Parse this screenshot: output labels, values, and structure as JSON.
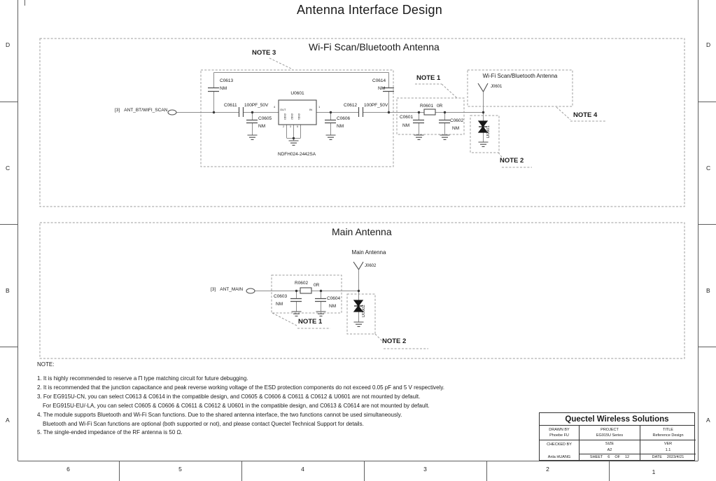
{
  "sheet": {
    "title": "Antenna Interface Design",
    "border_rows": [
      "D",
      "C",
      "B",
      "A"
    ],
    "border_cols": [
      "6",
      "5",
      "4",
      "3",
      "2",
      "1"
    ]
  },
  "wifi": {
    "section_title": "Wi-Fi Scan/Bluetooth Antenna",
    "net_ref": "[3]",
    "net_name": "ANT_BT/WIFI_SCAN",
    "note1": "NOTE 1",
    "note2": "NOTE 2",
    "note3": "NOTE 3",
    "note4": "NOTE 4",
    "c0613": {
      "ref": "C0613",
      "value": "NM"
    },
    "c0611": {
      "ref": "C0611",
      "value": "100PF_50V"
    },
    "c0605": {
      "ref": "C0605",
      "value": "NM"
    },
    "c0606": {
      "ref": "C0606",
      "value": "NM"
    },
    "c0612": {
      "ref": "C0612",
      "value": "100PF_50V"
    },
    "c0614": {
      "ref": "C0614",
      "value": "NM"
    },
    "c0601": {
      "ref": "C0601",
      "value": "NM"
    },
    "c0602": {
      "ref": "C0602",
      "value": "NM"
    },
    "r0601": {
      "ref": "R0601",
      "value": "0R"
    },
    "u0601": {
      "ref": "U0601",
      "part": "NDFH024-2442SA",
      "pin_out": "OUT",
      "pin_in": "IN",
      "pin_out_num": "4",
      "pin_in_num": "1",
      "gnd_pins": [
        "GND3",
        "GND2",
        "GND1"
      ],
      "gnd_nums": [
        "2",
        "3",
        "5"
      ]
    },
    "d0601": {
      "ref": "D0601"
    },
    "j0601": {
      "ref": "J0601",
      "label": "Wi-Fi Scan/Bluetooth Antenna"
    }
  },
  "main": {
    "section_title": "Main Antenna",
    "net_ref": "[3]",
    "net_name": "ANT_MAIN",
    "note1": "NOTE 1",
    "note2": "NOTE 2",
    "antenna_label": "Main Antenna",
    "r0602": {
      "ref": "R0602",
      "value": "0R"
    },
    "c0603": {
      "ref": "C0603",
      "value": "NM"
    },
    "c0604": {
      "ref": "C0604",
      "value": "NM"
    },
    "d0602": {
      "ref": "D0602"
    },
    "j0602": {
      "ref": "J0602"
    }
  },
  "notes": {
    "heading": "NOTE:",
    "items": [
      "1. It is highly recommended to reserve a Π type matching circuit for future debugging.",
      "2. It is recommended that the junction capacitance and peak reverse working voltage of the ESD protection components do not exceed 0.05 pF and 5 V respectively.",
      "3. For EG915U-CN, you can select C0613 & C0614 in the compatible design, and C0605 & C0606 & C0611 & C0612 & U0601 are not mounted by default.",
      "For EG915U-EU/-LA, you can select C0605 & C0606 & C0611 & C0612 & U0601 in the compatible design, and C0613 & C0614 are not mounted by default.",
      "4. The module supports Bluetooth and Wi-Fi Scan functions. Due to the shared antenna interface, the two functions cannot be used simultaneously.",
      "Bluetooth and Wi-Fi Scan functions are optional (both supported or not), and please contact Quectel Technical Support for details.",
      "5. The single-ended impedance of the RF antenna is 50 Ω."
    ]
  },
  "title_block": {
    "company": "Quectel Wireless Solutions",
    "drawn_by_label": "DRAWN BY",
    "drawn_by": "Phoebe FU",
    "project_label": "PROJECT",
    "project": "EG915U Series",
    "title_label": "TITLE",
    "title": "Reference Design",
    "checked_by_label": "CHECKED BY",
    "checked_by": "Anla HUANG",
    "size_label": "SIZE",
    "size": "A2",
    "ver_label": "VER",
    "ver": "1.1",
    "sheet_label": "SHEET",
    "sheet_num": "6",
    "of_label": "OF",
    "sheet_total": "12",
    "date_label": "DATE",
    "date": "2023/4/21"
  }
}
